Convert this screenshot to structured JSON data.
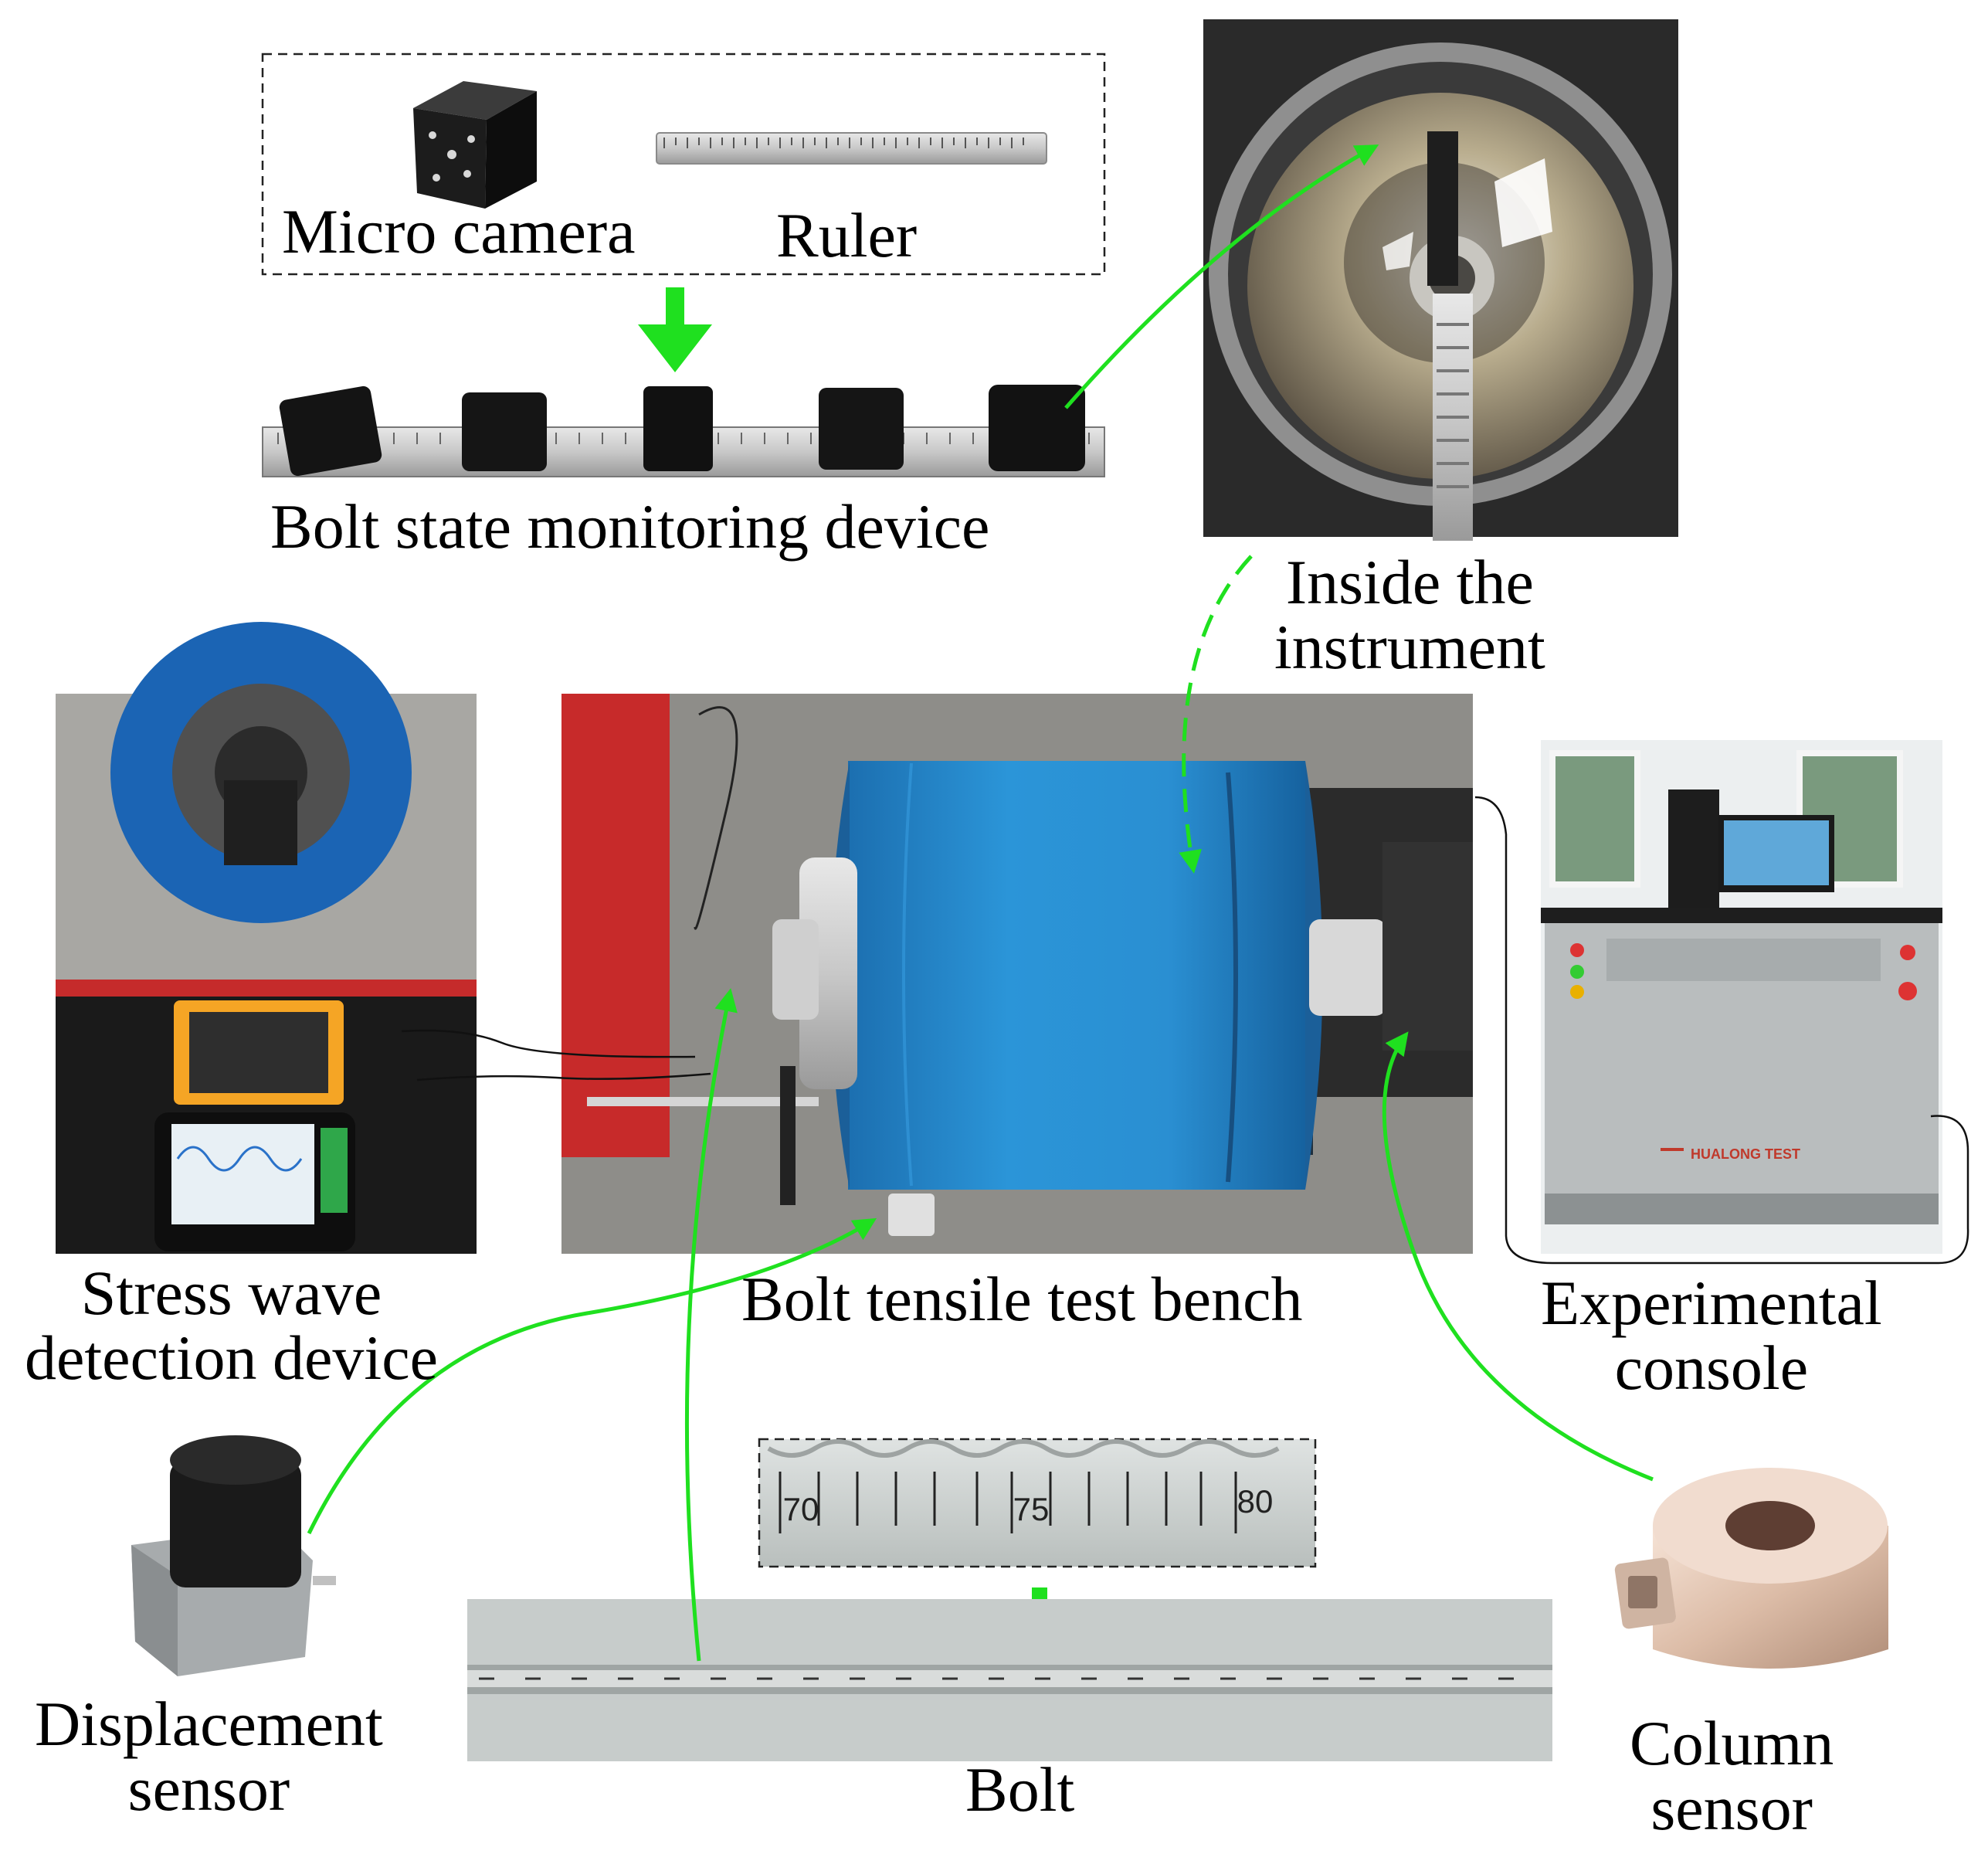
{
  "labels": {
    "micro_camera": "Micro camera",
    "ruler": "Ruler",
    "bolt_state_monitoring_device": "Bolt state monitoring device",
    "inside_the_instrument": [
      "Inside the",
      "instrument"
    ],
    "stress_wave_detection_device": [
      "Stress wave",
      "detection device"
    ],
    "bolt_tensile_test_bench": "Bolt tensile test bench",
    "experimental_console": [
      "Experimental",
      "console"
    ],
    "displacement_sensor": [
      "Displacement",
      "sensor"
    ],
    "bolt": "Bolt",
    "column_sensor": [
      "Column",
      "sensor"
    ]
  },
  "bolt_scale_marks": [
    "70",
    "75",
    "80"
  ],
  "console_brand": "HUALONG TEST",
  "colors": {
    "connector": "#1fe01f",
    "text": "#000000"
  }
}
